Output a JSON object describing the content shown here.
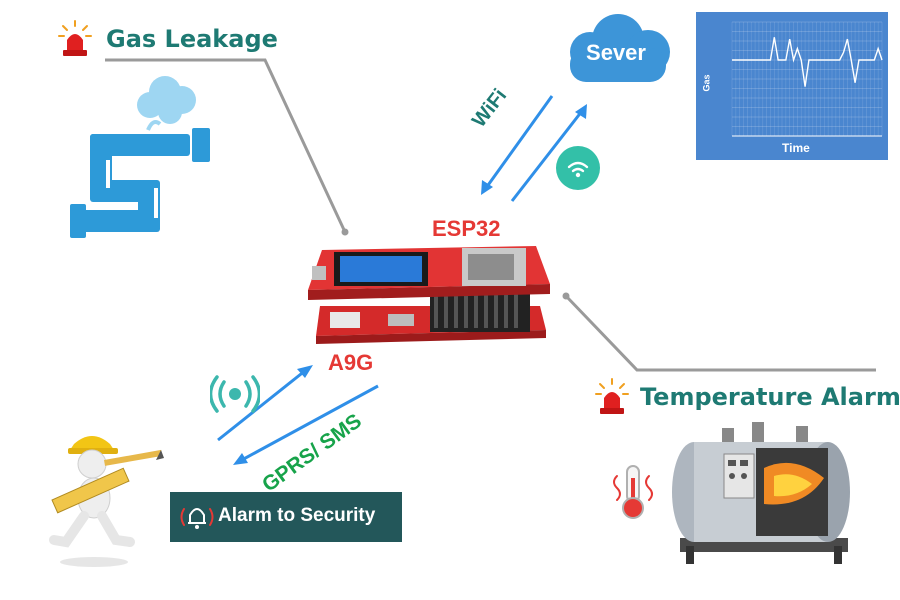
{
  "labels": {
    "gas_leakage": "Gas Leakage",
    "temperature_alarm": "Temperature Alarm",
    "server": "Sever",
    "esp32": "ESP32",
    "a9g": "A9G",
    "wifi": "WiFi",
    "gprs_sms": "GPRS/ SMS",
    "alarm_to_security": "Alarm to Security"
  },
  "chart": {
    "ylabel": "Gas",
    "xlabel": "Time"
  },
  "chart_data": {
    "type": "line",
    "title": "",
    "xlabel": "Time",
    "ylabel": "Gas",
    "grid": true,
    "x": [
      1,
      2,
      3,
      4,
      5,
      6,
      7,
      8,
      9,
      10,
      11,
      12,
      13,
      14,
      15,
      16,
      17,
      18,
      19,
      20,
      21,
      22,
      23,
      24,
      25,
      26,
      27,
      28,
      29,
      30,
      31,
      32,
      33,
      34,
      35,
      36,
      37,
      38,
      39,
      40
    ],
    "series": [
      {
        "values": [
          1,
          1,
          1,
          1,
          1,
          1,
          1,
          1,
          1,
          1,
          1,
          2.2,
          1,
          1,
          1,
          2.1,
          1,
          1.6,
          1,
          -0.4,
          1,
          1,
          1,
          1,
          1,
          1,
          1,
          1,
          1,
          1.4,
          2.1,
          1,
          -0.2,
          1,
          1,
          1,
          1,
          1,
          1.6,
          1
        ]
      }
    ],
    "ylim": [
      -3,
      3
    ]
  },
  "colors": {
    "teal": "#1e7a73",
    "red": "#e53935",
    "blue_arrow": "#2f8fe8",
    "green_text": "#17a34a",
    "chart_bg": "#4a86cf",
    "alarm_box": "#23575a"
  },
  "icons": [
    "siren-icon",
    "pipe-leak-icon",
    "cloud-icon",
    "wifi-icon",
    "signal-icon",
    "thermometer-icon",
    "bell-icon",
    "worker-icon",
    "boiler-icon",
    "board-icon"
  ]
}
